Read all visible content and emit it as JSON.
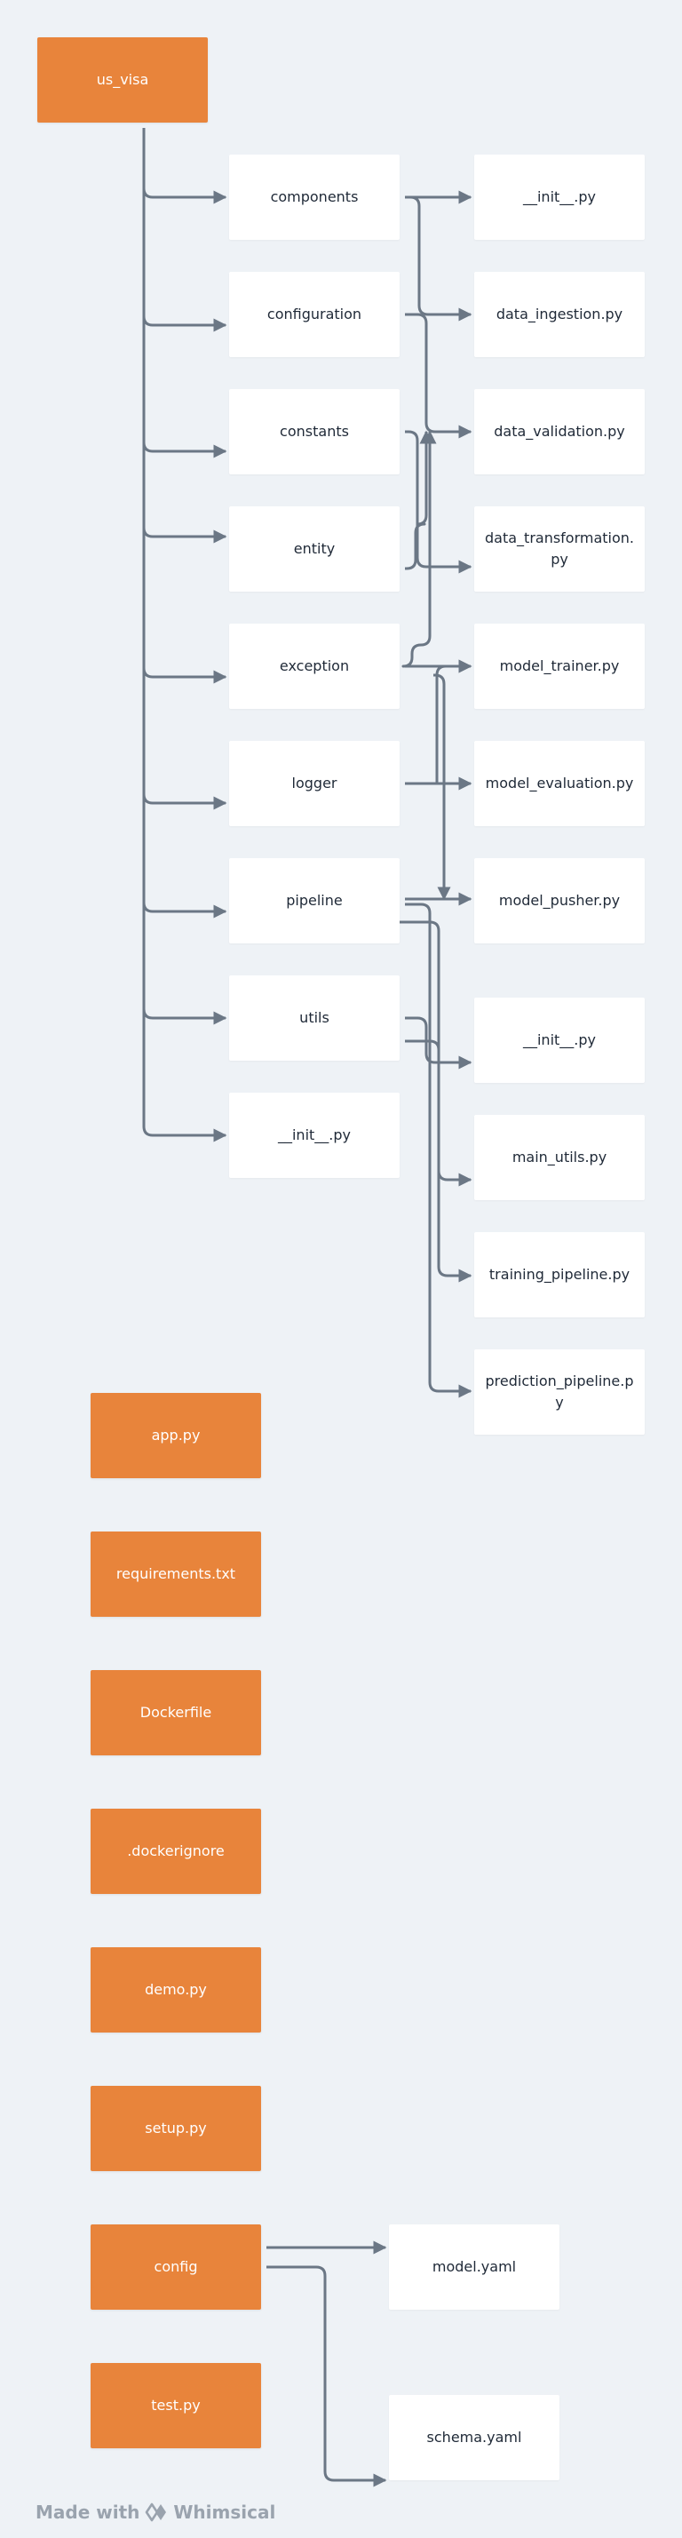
{
  "root": {
    "label": "us_visa"
  },
  "folders": [
    {
      "id": "components",
      "label": "components"
    },
    {
      "id": "configuration",
      "label": "configuration"
    },
    {
      "id": "constants",
      "label": "constants"
    },
    {
      "id": "entity",
      "label": "entity"
    },
    {
      "id": "exception",
      "label": "exception"
    },
    {
      "id": "logger",
      "label": "logger"
    },
    {
      "id": "pipeline",
      "label": "pipeline"
    },
    {
      "id": "utils",
      "label": "utils"
    },
    {
      "id": "init",
      "label": "__init__.py"
    }
  ],
  "component_files": [
    {
      "id": "c_init",
      "label": "__init__.py"
    },
    {
      "id": "data_ingestion",
      "label": "data_ingestion.py"
    },
    {
      "id": "data_validation",
      "label": "data_validation.py"
    },
    {
      "id": "data_transformation",
      "label": "data_transformation.py"
    },
    {
      "id": "model_trainer",
      "label": "model_trainer.py"
    },
    {
      "id": "model_evaluation",
      "label": "model_evaluation.py"
    },
    {
      "id": "model_pusher",
      "label": "model_pusher.py"
    }
  ],
  "other_files": [
    {
      "id": "o_init",
      "label": "__init__.py"
    },
    {
      "id": "main_utils",
      "label": "main_utils.py"
    },
    {
      "id": "training_pipeline",
      "label": "training_pipeline.py"
    },
    {
      "id": "prediction_pipeline",
      "label": "prediction_pipeline.py"
    }
  ],
  "root_files": [
    {
      "id": "app",
      "label": "app.py"
    },
    {
      "id": "requirements",
      "label": "requirements.txt"
    },
    {
      "id": "dockerfile",
      "label": "Dockerfile"
    },
    {
      "id": "dockerignore",
      "label": ".dockerignore"
    },
    {
      "id": "demo",
      "label": "demo.py"
    },
    {
      "id": "setup",
      "label": "setup.py"
    },
    {
      "id": "config",
      "label": "config"
    },
    {
      "id": "test",
      "label": "test.py"
    }
  ],
  "config_files": [
    {
      "id": "model_yaml",
      "label": "model.yaml"
    },
    {
      "id": "schema_yaml",
      "label": "schema.yaml"
    }
  ],
  "edges": [
    [
      "root",
      "components"
    ],
    [
      "root",
      "configuration"
    ],
    [
      "root",
      "constants"
    ],
    [
      "root",
      "entity"
    ],
    [
      "root",
      "exception"
    ],
    [
      "root",
      "logger"
    ],
    [
      "root",
      "pipeline"
    ],
    [
      "root",
      "utils"
    ],
    [
      "root",
      "init"
    ],
    [
      "components",
      "c_init"
    ],
    [
      "configuration",
      "data_ingestion"
    ],
    [
      "constants",
      "data_validation"
    ],
    [
      "entity",
      "data_transformation"
    ],
    [
      "exception",
      "model_trainer"
    ],
    [
      "logger",
      "model_evaluation"
    ],
    [
      "pipeline",
      "model_pusher"
    ],
    [
      "utils",
      "o_init"
    ],
    [
      "utils",
      "main_utils"
    ],
    [
      "pipeline",
      "training_pipeline"
    ],
    [
      "pipeline",
      "prediction_pipeline"
    ],
    [
      "config",
      "model_yaml"
    ],
    [
      "config",
      "schema_yaml"
    ]
  ],
  "colors": {
    "accent": "#e8843b",
    "node": "#ffffff",
    "edge": "#6b7785",
    "background": "#eef2f6"
  },
  "watermark": {
    "made_with": "Made with",
    "brand": "Whimsical"
  }
}
